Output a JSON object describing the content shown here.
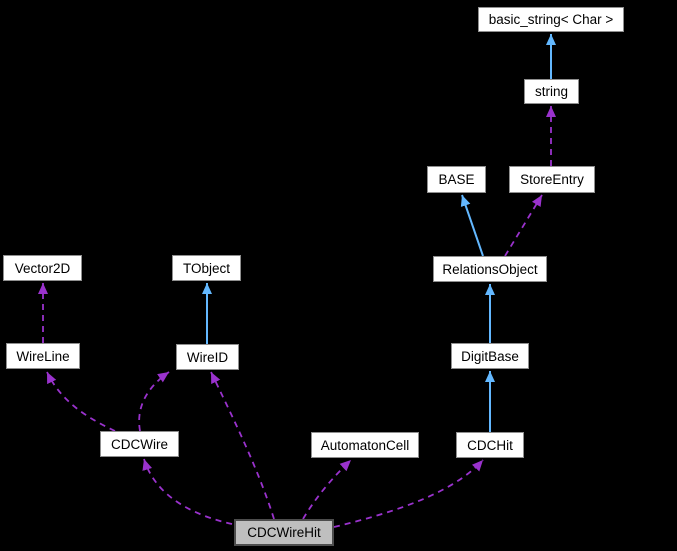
{
  "diagram": {
    "kind": "collaboration-graph",
    "background_color": "#000000",
    "node_fill": "#ffffff",
    "node_border": "#8f8f8f",
    "highlight_fill": "#bfbfbf",
    "highlight_border": "#4d4d4d",
    "inheritance_arrow_color": "#63b8ff",
    "usage_arrow_color": "#9a32cd",
    "nodes": [
      {
        "label": "basic_string< Char >",
        "highlighted": false
      },
      {
        "label": "string",
        "highlighted": false
      },
      {
        "label": "BASE",
        "highlighted": false
      },
      {
        "label": "StoreEntry",
        "highlighted": false
      },
      {
        "label": "RelationsObject",
        "highlighted": false
      },
      {
        "label": "Vector2D",
        "highlighted": false
      },
      {
        "label": "TObject",
        "highlighted": false
      },
      {
        "label": "WireLine",
        "highlighted": false
      },
      {
        "label": "WireID",
        "highlighted": false
      },
      {
        "label": "DigitBase",
        "highlighted": false
      },
      {
        "label": "CDCWire",
        "highlighted": false
      },
      {
        "label": "AutomatonCell",
        "highlighted": false
      },
      {
        "label": "CDCHit",
        "highlighted": false
      },
      {
        "label": "CDCWireHit",
        "highlighted": true
      }
    ],
    "edges": [
      {
        "from": "string",
        "to": "basic_string< Char >",
        "type": "inheritance"
      },
      {
        "from": "StoreEntry",
        "to": "string",
        "type": "usage"
      },
      {
        "from": "RelationsObject",
        "to": "BASE",
        "type": "inheritance"
      },
      {
        "from": "RelationsObject",
        "to": "StoreEntry",
        "type": "usage"
      },
      {
        "from": "DigitBase",
        "to": "RelationsObject",
        "type": "inheritance"
      },
      {
        "from": "CDCHit",
        "to": "DigitBase",
        "type": "inheritance"
      },
      {
        "from": "WireID",
        "to": "TObject",
        "type": "inheritance"
      },
      {
        "from": "WireLine",
        "to": "Vector2D",
        "type": "usage"
      },
      {
        "from": "CDCWire",
        "to": "WireLine",
        "type": "usage"
      },
      {
        "from": "CDCWire",
        "to": "WireID",
        "type": "usage"
      },
      {
        "from": "CDCWireHit",
        "to": "CDCWire",
        "type": "usage"
      },
      {
        "from": "CDCWireHit",
        "to": "WireID",
        "type": "usage"
      },
      {
        "from": "CDCWireHit",
        "to": "AutomatonCell",
        "type": "usage"
      },
      {
        "from": "CDCWireHit",
        "to": "CDCHit",
        "type": "usage"
      }
    ]
  }
}
